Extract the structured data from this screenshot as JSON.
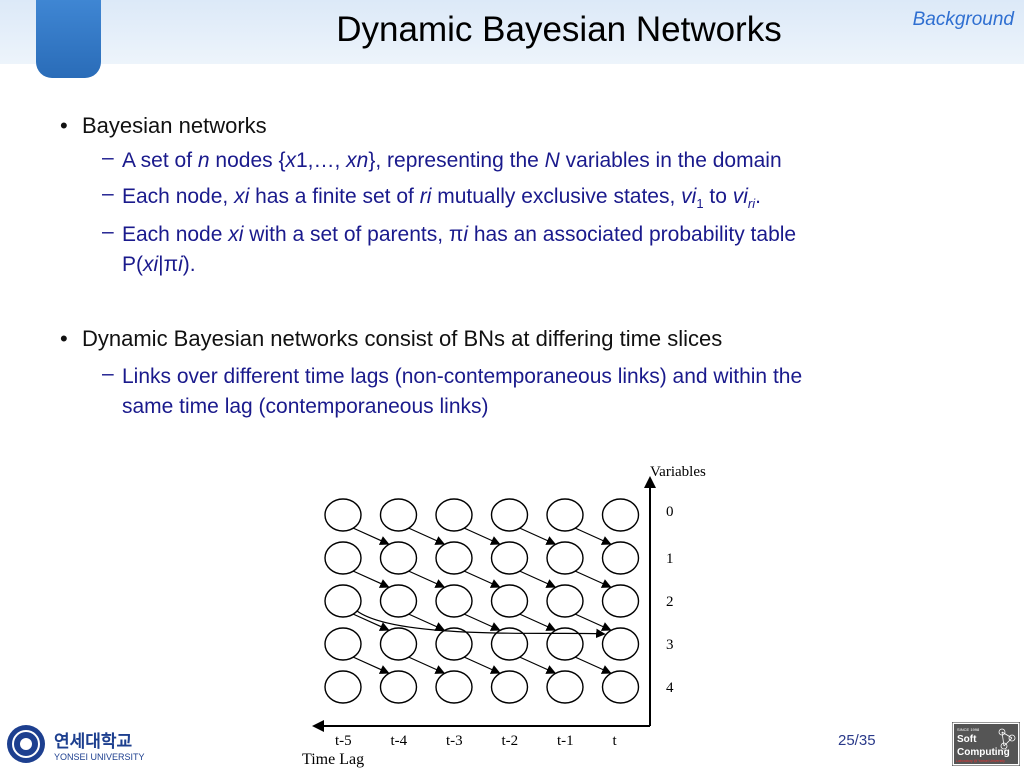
{
  "header": {
    "title": "Dynamic Bayesian Networks",
    "section": "Background"
  },
  "bullets": {
    "b1": "Bayesian networks",
    "b1_1": "A set of n nodes {x1,…, xn}, representing the N variables in the domain",
    "b1_2": "Each node, xi has a finite set of ri mutually exclusive states, vi1 to viri.",
    "b1_3_line1": "Each node xi with a set of parents, πi has an associated probability table",
    "b1_3_line2": "P(xi|πi).",
    "b2": "Dynamic Bayesian networks consist of BNs at differing time slices",
    "b2_1_line1": "Links over different time lags (non-contemporaneous links) and within the",
    "b2_1_line2": "same time lag (contemporaneous links)"
  },
  "diagram": {
    "axis_variables_label": "Variables",
    "axis_timelag_label": "Time Lag",
    "variable_labels": [
      "0",
      "1",
      "2",
      "3",
      "4"
    ],
    "time_labels": [
      "t-5",
      "t-4",
      "t-3",
      "t-2",
      "t-1",
      "t"
    ]
  },
  "footer": {
    "university_korean": "연세대학교",
    "university_english": "YONSEI UNIVERSITY",
    "page_number": "25/35",
    "lab_logo_line1": "Soft",
    "lab_logo_line2": "Computing",
    "lab_logo_since": "SINCE 1998",
    "lab_logo_sub": "Laboratory @ Yonsei University"
  },
  "colors": {
    "accent_blue": "#2f6fd1",
    "bullet_sub_text": "#1a1a8c"
  }
}
